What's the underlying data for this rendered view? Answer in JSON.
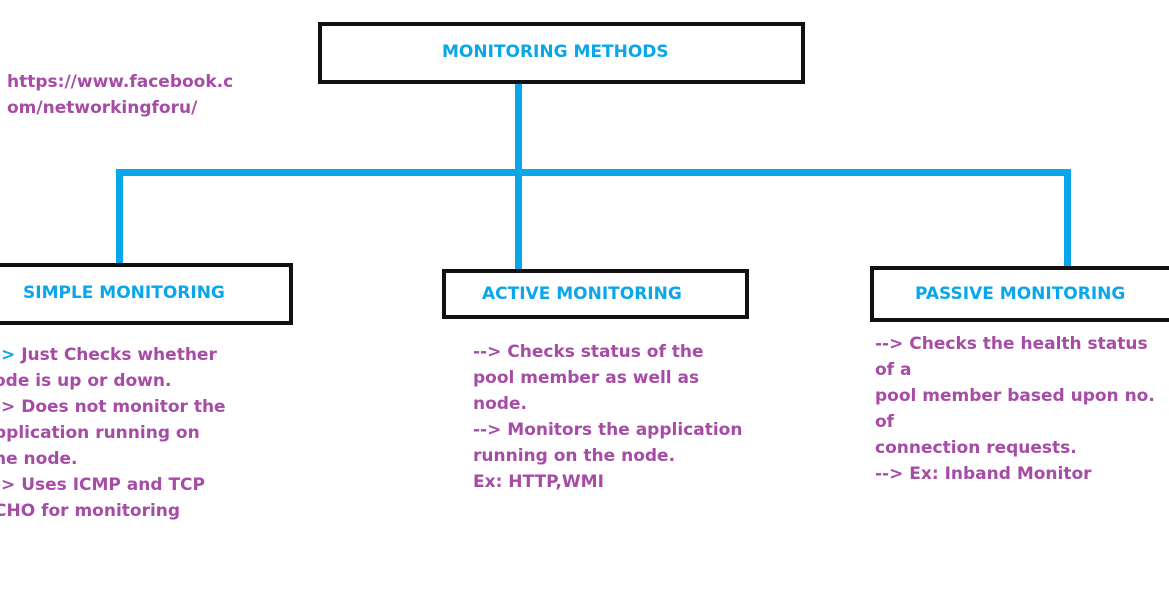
{
  "colors": {
    "heading_text": "#0aa6ea",
    "body_text": "#a64ca6",
    "box_border": "#111111",
    "connector": "#0aa6ea"
  },
  "watermark_url": "https://www.facebook.c\nom/networkingforu/",
  "root": {
    "label": "MONITORING METHODS"
  },
  "children": [
    {
      "label": "SIMPLE MONITORING",
      "prefix": "->",
      "description": " Just Checks whether\node is up or down.\n-> Does not monitor the\npplication running on\nhe node.\n-> Uses ICMP and TCP\nCHO for monitoring"
    },
    {
      "label": "ACTIVE MONITORING",
      "description": "--> Checks status of the\npool member as well as\nnode.\n--> Monitors the application\nrunning on the node.\nEx: HTTP,WMI"
    },
    {
      "label": "PASSIVE MONITORING",
      "description": "--> Checks the health status of a\npool member based upon no. of\nconnection requests.\n--> Ex: Inband Monitor"
    }
  ]
}
